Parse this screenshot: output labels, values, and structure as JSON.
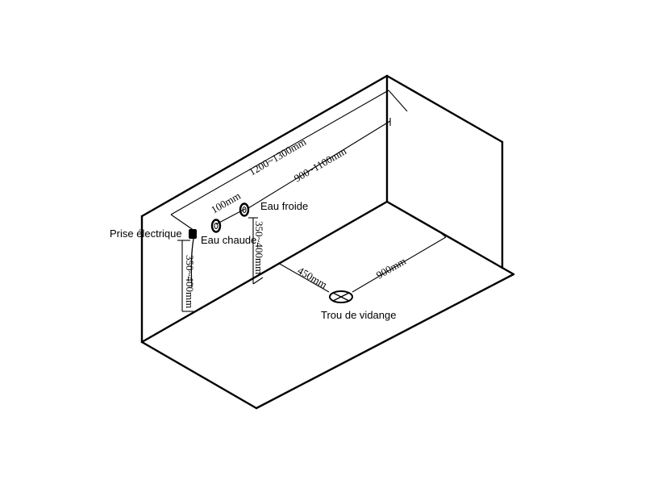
{
  "labels": {
    "electric_outlet": "Prise électrique",
    "hot_water": "Eau chaude",
    "cold_water": "Eau froide",
    "drain_hole": "Trou de vidange"
  },
  "dimensions": {
    "total_width": "1200~1300mm",
    "pipe_span": "900~1100mm",
    "pipe_spacing": "100mm",
    "pipe_height": "350~400mm",
    "outlet_height": "350~400mm",
    "drain_offset": "450mm",
    "drain_to_wall": "900mm"
  }
}
